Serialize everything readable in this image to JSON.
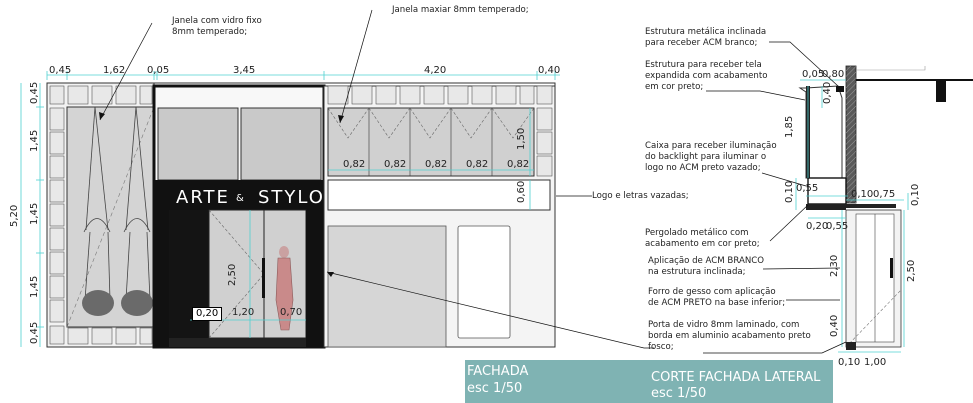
{
  "facade": {
    "brand_left": "ARTE",
    "brand_mid": "&",
    "brand_right": "STYLO",
    "top_dims": [
      "0,45",
      "1,62",
      "0,05",
      "3,45",
      "4,20",
      "0,40"
    ],
    "left_dims": [
      "0,45",
      "1,45",
      "1,45",
      "1,45",
      "0,45"
    ],
    "overall_height": "5,20",
    "window_height": "1,50",
    "window_widths": [
      "0,82",
      "0,82",
      "0,82",
      "0,82",
      "0,82"
    ],
    "sign_height": "0,60",
    "door_height": "2,50",
    "door_widths": [
      "0,20",
      "1,20",
      "0,70"
    ]
  },
  "section": {
    "top_dims": [
      "0,05",
      "0,80"
    ],
    "dims_upper": [
      "0,40",
      "1,85"
    ],
    "dims_mid": [
      "0,10",
      "0,55",
      "0,10",
      "0,75"
    ],
    "dims_right": "0,10",
    "dims_lower": [
      "0,20",
      "0,55"
    ],
    "height_main": "2,30",
    "height_door": "2,50",
    "height_base": "0,40",
    "bottom_dims": [
      "0,10",
      "1,00"
    ]
  },
  "notes": {
    "fixed_window": "Janela com vidro fixo\n8mm temperado;",
    "maxiar_window": "Janela maxiar 8mm temperado;",
    "logo": "Logo e letras vazadas;",
    "acm_structure": "Estrutura metálica inclinada\npara receber ACM branco;",
    "mesh_structure": "Estrutura para receber tela\nexpandida com acabamento\nem cor preto;",
    "backlight_box": "Caixa para receber iluminação\ndo backlight para iluminar o\nlogo no ACM preto vazado;",
    "pergola": "Pergolado metálico com\nacabamento em cor preto;",
    "acm_white": "Aplicação de ACM BRANCO\nna estrutura inclinada;",
    "gypsum": "Forro de gesso com aplicação\nde ACM PRETO na base inferior;",
    "glass_door": "Porta de vidro 8mm laminado, com\nborda em aluminio acabamento preto\nfosco;"
  },
  "labels": {
    "facade_title": "FACHADA",
    "facade_scale": "esc 1/50",
    "section_title": "CORTE FACHADA LATERAL",
    "section_scale": "esc 1/50"
  },
  "colors": {
    "label_bg": "#7fb3b3",
    "dim_line": "#4fd1d1",
    "glass": "#c8c8c8",
    "black_panel": "#111111"
  }
}
